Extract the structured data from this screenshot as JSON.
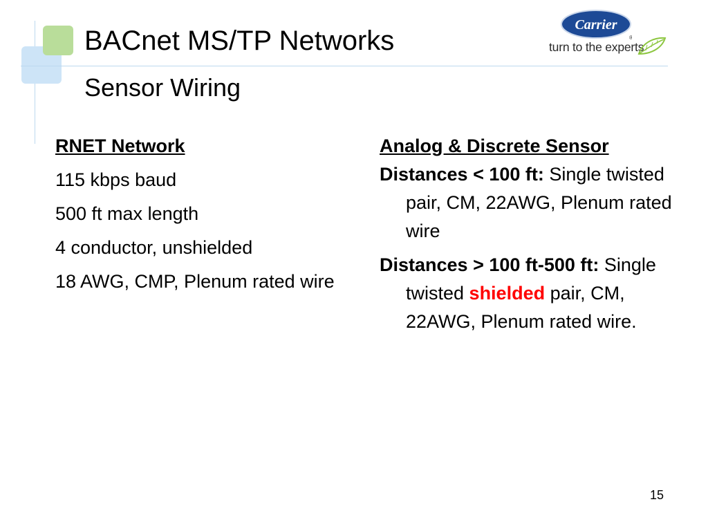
{
  "slide": {
    "title": "BACnet MS/TP Networks",
    "subtitle": "Sensor Wiring",
    "page_number": "15"
  },
  "logo": {
    "brand": "Carrier",
    "registered_mark": "®",
    "tagline": "turn to the experts",
    "colors": {
      "oval": "#1d4a96",
      "leaf": "#8cc63f"
    }
  },
  "left_column": {
    "heading": "RNET Network",
    "items": [
      "115 kbps baud",
      "500 ft max length",
      "4 conductor, unshielded",
      "18 AWG, CMP, Plenum rated wire"
    ]
  },
  "right_column": {
    "heading": "Analog & Discrete Sensor",
    "item1": {
      "label": "Distances < 100 ft:",
      "text": " Single twisted pair, CM, 22AWG, Plenum rated wire"
    },
    "item2": {
      "label": "Distances > 100 ft-500 ft:",
      "text_before": " Single twisted ",
      "highlight": "shielded",
      "text_after": " pair, CM, 22AWG, Plenum rated wire."
    }
  },
  "colors": {
    "highlight_red": "#ff0000",
    "accent_green": "#b9dd9a",
    "accent_blue": "#cde4f7",
    "rule_line": "#bcd8ef"
  }
}
